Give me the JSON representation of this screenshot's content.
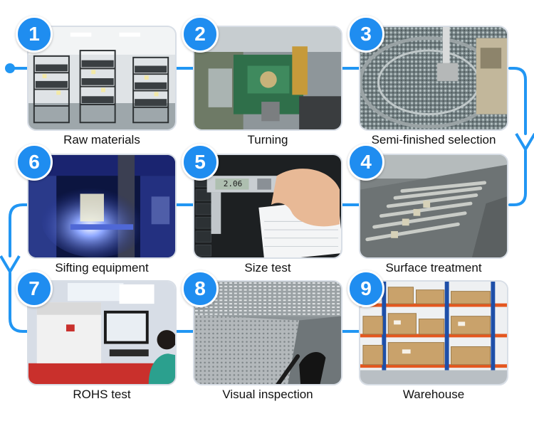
{
  "colors": {
    "accent": "#1f8df0",
    "connector": "#2196f3",
    "caption_text": "#111111"
  },
  "steps": [
    {
      "number": "1",
      "label": "Raw materials"
    },
    {
      "number": "2",
      "label": "Turning"
    },
    {
      "number": "3",
      "label": "Semi-finished selection"
    },
    {
      "number": "4",
      "label": "Surface treatment"
    },
    {
      "number": "5",
      "label": "Size test"
    },
    {
      "number": "6",
      "label": "Sifting equipment"
    },
    {
      "number": "7",
      "label": "ROHS test"
    },
    {
      "number": "8",
      "label": "Visual inspection"
    },
    {
      "number": "9",
      "label": "Warehouse"
    }
  ],
  "size_test_readout": "2.06"
}
